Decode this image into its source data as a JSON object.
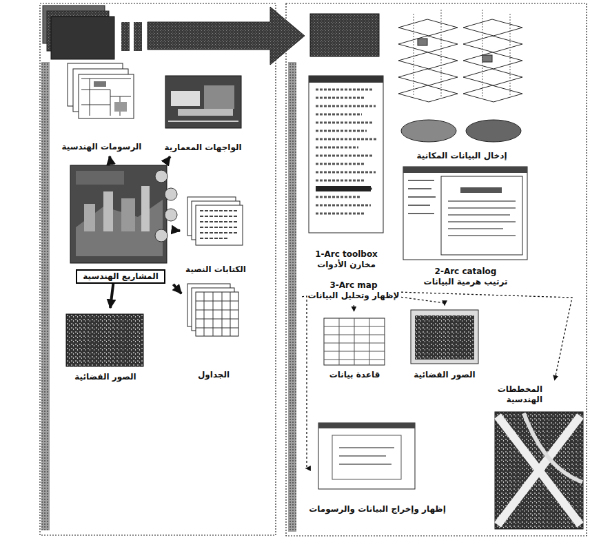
{
  "diagram": {
    "nodes": [
      {
        "text": [
          "الرسومات الهندسية"
        ]
      },
      {
        "text": [
          "الواجهات المعمارية"
        ]
      },
      {
        "text": [
          "المشاريع الهندسية"
        ]
      },
      {
        "text": [
          "الكتابات النصية"
        ]
      },
      {
        "text": [
          "الجداول"
        ]
      },
      {
        "text": [
          "الصور الفضائية"
        ]
      },
      {
        "text": [
          "إدخال البيانات المكانية"
        ]
      },
      {
        "text": [
          "1-Arc toolbox",
          "مخازن الأدوات"
        ]
      },
      {
        "text": [
          "2-Arc catalog",
          "ترتيب هرمية البيانات"
        ]
      },
      {
        "text": [
          "3-Arc map",
          "لإظهار وتحليل البيانات"
        ]
      },
      {
        "text": [
          "قاعدة بيانات"
        ]
      },
      {
        "text": [
          "الصور الفضائية"
        ]
      },
      {
        "text": [
          "المخططات الهندسية"
        ]
      },
      {
        "text": [
          "إظهار وإخراج البيانات والرسومات"
        ]
      }
    ],
    "edges": [
      {
        "from": 2,
        "to": 0,
        "arrow": "to"
      },
      {
        "from": 2,
        "to": 1,
        "arrow": "to"
      },
      {
        "from": 2,
        "to": 3,
        "arrow": "to"
      },
      {
        "from": 2,
        "to": 4,
        "arrow": "to"
      },
      {
        "from": 2,
        "to": 5,
        "arrow": "to"
      },
      {
        "from": 9,
        "to": 10,
        "arrow": "to"
      },
      {
        "from": 9,
        "to": 11,
        "arrow": "to"
      },
      {
        "from": 9,
        "to": 12,
        "arrow": "to"
      },
      {
        "from": 9,
        "to": 13,
        "arrow": "to"
      }
    ]
  }
}
